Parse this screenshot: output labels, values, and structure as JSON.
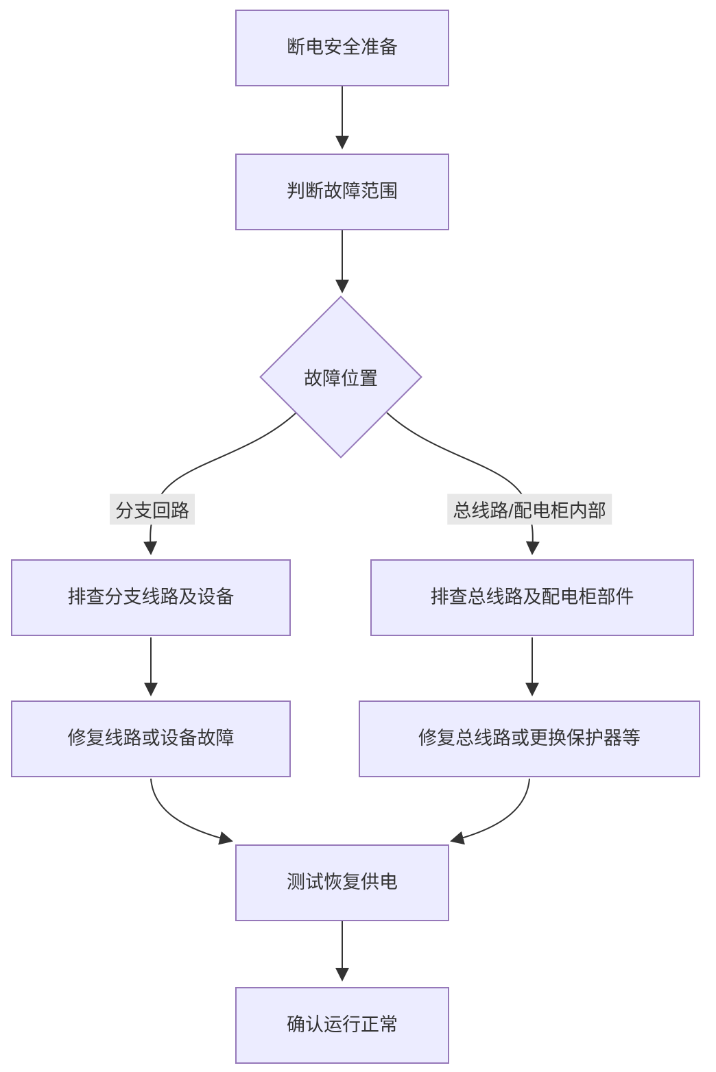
{
  "diagram": {
    "type": "flowchart",
    "direction": "top-down",
    "nodes": {
      "prepare": {
        "label": "断电安全准备",
        "shape": "rect"
      },
      "scope": {
        "label": "判断故障范围",
        "shape": "rect"
      },
      "decision": {
        "label": "故障位置",
        "shape": "diamond"
      },
      "branch_check": {
        "label": "排查分支线路及设备",
        "shape": "rect"
      },
      "main_check": {
        "label": "排查总线路及配电柜部件",
        "shape": "rect"
      },
      "branch_fix": {
        "label": "修复线路或设备故障",
        "shape": "rect"
      },
      "main_fix": {
        "label": "修复总线路或更换保护器等",
        "shape": "rect"
      },
      "test": {
        "label": "测试恢复供电",
        "shape": "rect"
      },
      "confirm": {
        "label": "确认运行正常",
        "shape": "rect"
      }
    },
    "edge_labels": {
      "branch": "分支回路",
      "main": "总线路/配电柜内部"
    },
    "edges": [
      {
        "from": "prepare",
        "to": "scope"
      },
      {
        "from": "scope",
        "to": "decision"
      },
      {
        "from": "decision",
        "to": "branch_check",
        "label": "分支回路"
      },
      {
        "from": "decision",
        "to": "main_check",
        "label": "总线路/配电柜内部"
      },
      {
        "from": "branch_check",
        "to": "branch_fix"
      },
      {
        "from": "main_check",
        "to": "main_fix"
      },
      {
        "from": "branch_fix",
        "to": "test"
      },
      {
        "from": "main_fix",
        "to": "test"
      },
      {
        "from": "test",
        "to": "confirm"
      }
    ]
  },
  "colors": {
    "node_fill": "#ECECFF",
    "node_border": "#9678B9",
    "edge": "#333333",
    "edge_label_bg": "#E8E8E8",
    "text": "#333333",
    "canvas_bg": "#FFFFFF"
  }
}
